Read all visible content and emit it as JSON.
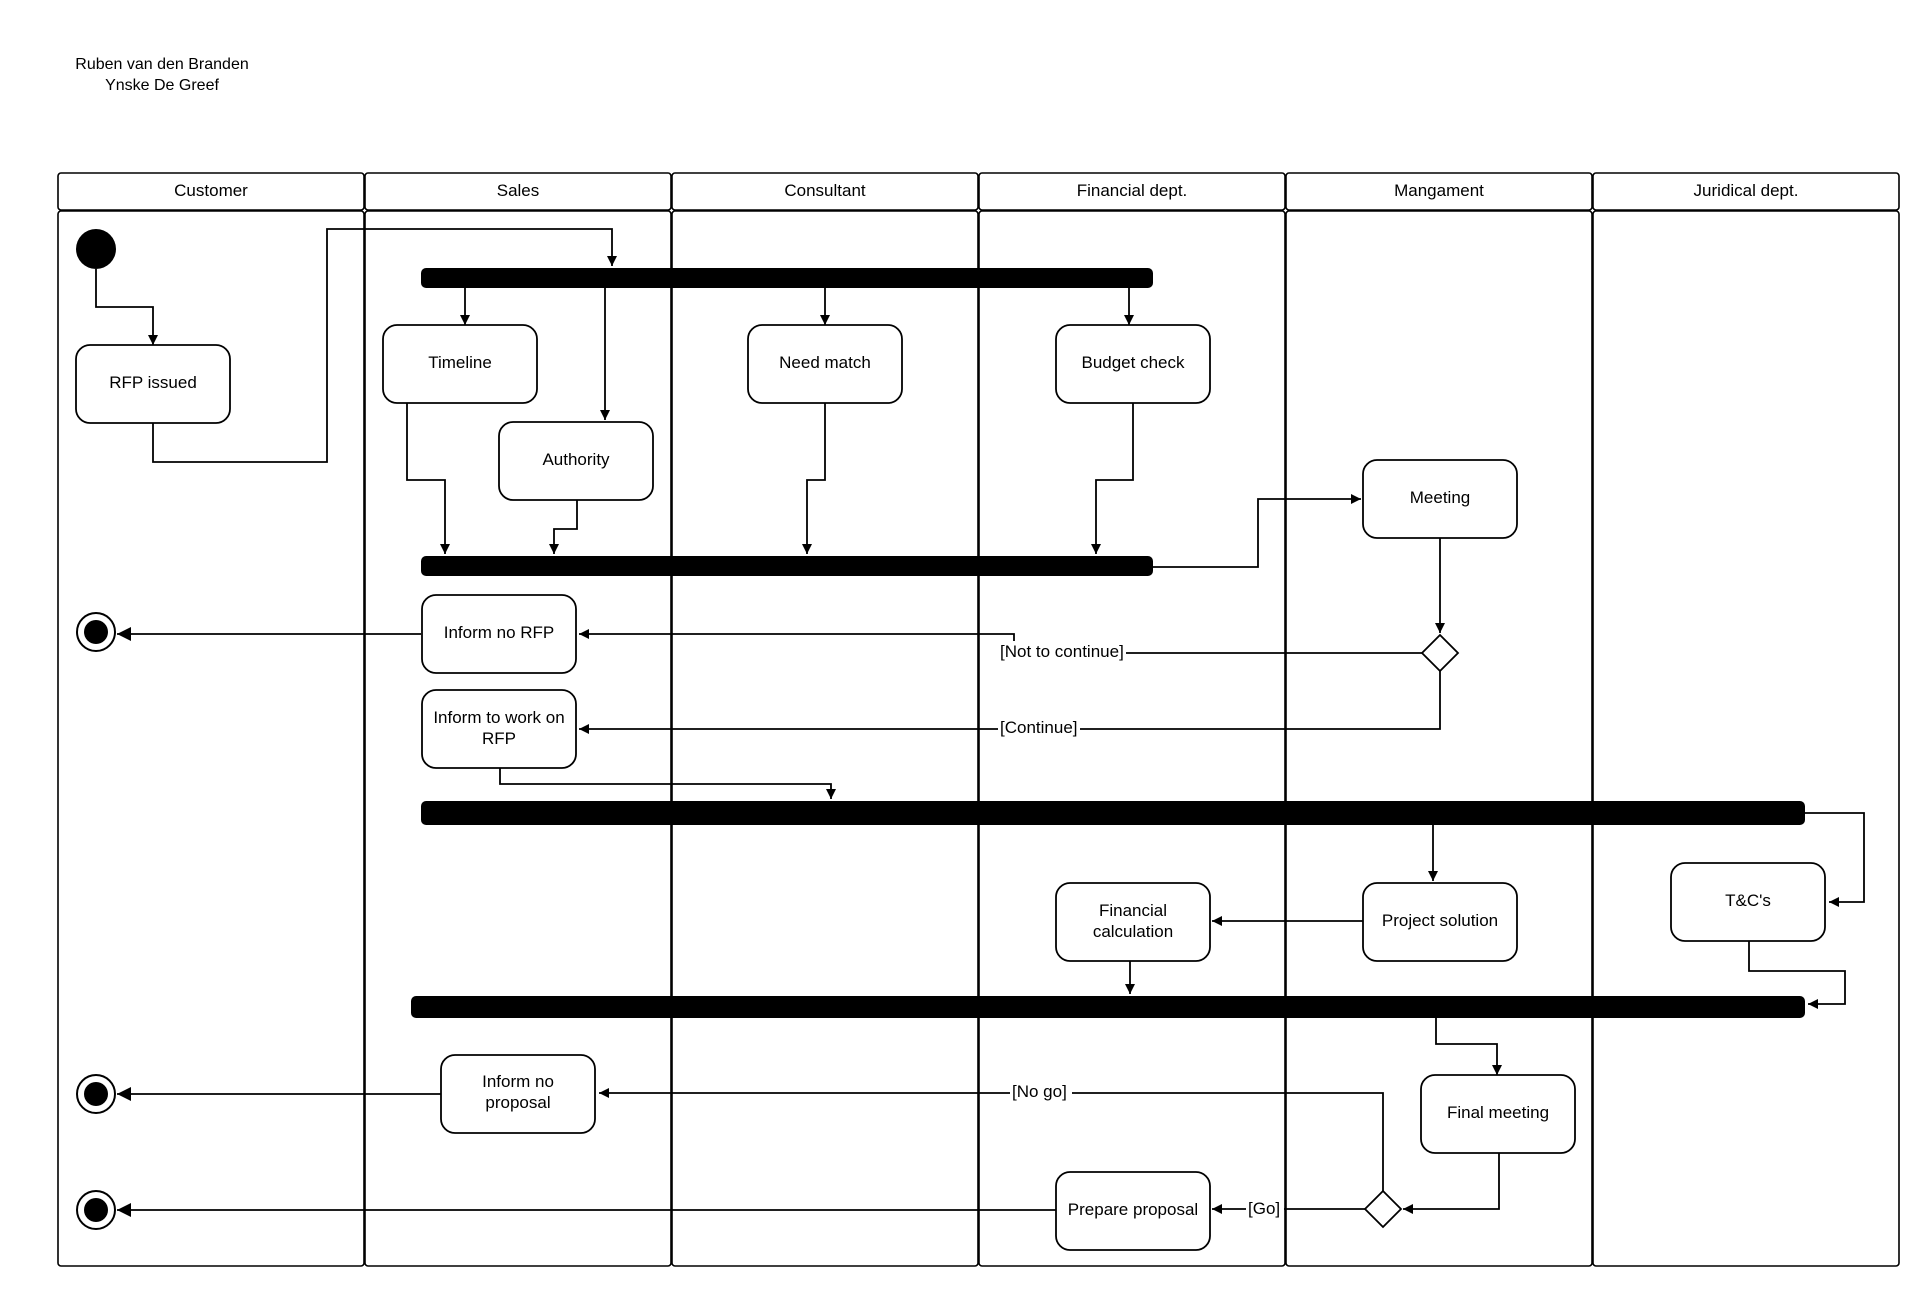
{
  "authors": [
    "Ruben van den Branden",
    "Ynske De Greef"
  ],
  "lanes": [
    "Customer",
    "Sales",
    "Consultant",
    "Financial dept.",
    "Mangament",
    "Juridical dept."
  ],
  "actions": {
    "rfp_issued": [
      "RFP issued"
    ],
    "timeline": [
      "Timeline"
    ],
    "authority": [
      "Authority"
    ],
    "need_match": [
      "Need match"
    ],
    "budget_check": [
      "Budget check"
    ],
    "meeting": [
      "Meeting"
    ],
    "inform_no_rfp": [
      "Inform no RFP"
    ],
    "inform_work_rfp": [
      "Inform to work on",
      "RFP"
    ],
    "financial_calculation": [
      "Financial",
      "calculation"
    ],
    "project_solution": [
      "Project solution"
    ],
    "tcs": [
      "T&C's"
    ],
    "inform_no_proposal": [
      "Inform no",
      "proposal"
    ],
    "final_meeting": [
      "Final meeting"
    ],
    "prepare_proposal": [
      "Prepare proposal"
    ]
  },
  "guards": {
    "not_to_continue": "[Not to continue]",
    "continue": "[Continue]",
    "no_go": "[No go]",
    "go": "[Go]"
  }
}
